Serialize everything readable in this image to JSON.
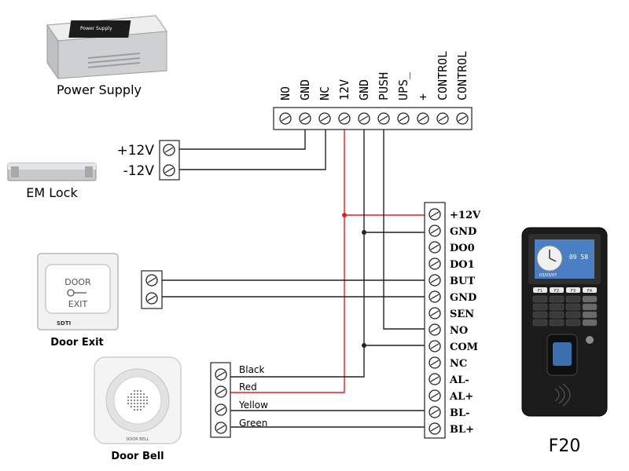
{
  "devices": {
    "power_supply": "Power Supply",
    "em_lock": "EM Lock",
    "door_exit": "Door Exit",
    "door_bell": "Door Bell",
    "reader": "F20"
  },
  "power_supply_terminals": [
    "NO",
    "GND",
    "NC",
    "12V",
    "GND",
    "PUSH",
    "UPS_",
    "+",
    "CONTROL",
    "CONTROL"
  ],
  "em_lock_terminals": [
    "+12V",
    "-12V"
  ],
  "reader_terminals": [
    "+12V",
    "GND",
    "DO0",
    "DO1",
    "BUT",
    "GND",
    "SEN",
    "NO",
    "COM",
    "NC",
    "AL-",
    "AL+",
    "BL-",
    "BL+"
  ],
  "bell_wires": [
    "Black",
    "Red",
    "Yellow",
    "Green"
  ],
  "device_printed": {
    "exit_button_line1": "DOOR",
    "exit_button_line2": "EXIT",
    "exit_brand": "SDTI",
    "bell_brand": "DOOR BELL",
    "psu_plate": "Power Supply",
    "screen_time": "09 58",
    "screen_date": "03/03/07",
    "fkeys": [
      "F1",
      "F2",
      "F3",
      "F4"
    ]
  },
  "colors": {
    "wire": "#222222",
    "power_wire": "#e02020",
    "terminal_fill": "#ffffff",
    "reader_body": "#1a1a1a"
  }
}
